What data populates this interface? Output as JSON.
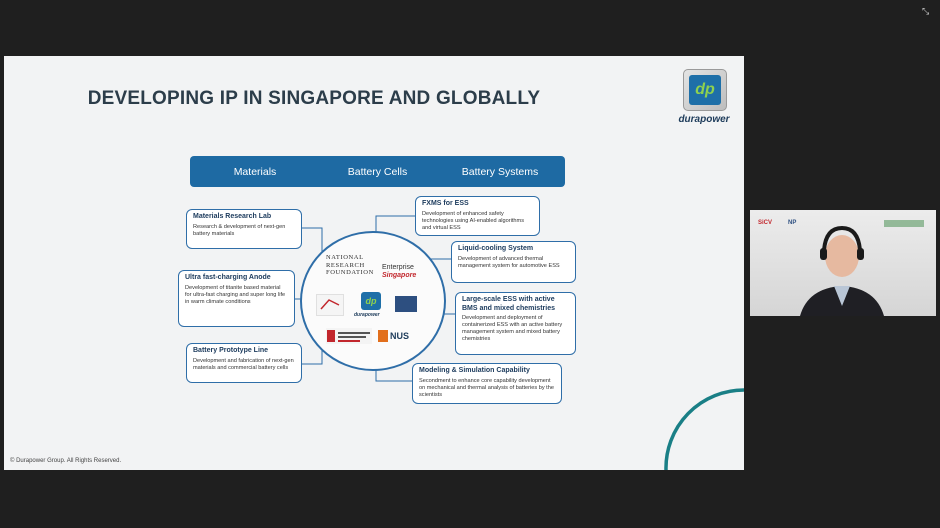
{
  "slide": {
    "title": "DEVELOPING IP IN SINGAPORE AND GLOBALLY",
    "logo_text": "dp",
    "brand": "durapower",
    "tabs": [
      "Materials",
      "Battery Cells",
      "Battery Systems"
    ],
    "left_boxes": [
      {
        "title": "Materials Research Lab",
        "desc": "Research & development of next-gen battery materials"
      },
      {
        "title": "Ultra fast-charging Anode",
        "desc": "Development of titanite based material for ultra-fast charging and super long life in warm climate conditions"
      },
      {
        "title": "Battery Prototype Line",
        "desc": "Development and fabrication of next-gen materials and commercial battery cells"
      }
    ],
    "right_boxes": [
      {
        "title": "FXMS for ESS",
        "desc": "Development of enhanced safety technologies using AI-enabled algorithms and virtual ESS"
      },
      {
        "title": "Liquid-cooling System",
        "desc": "Development of advanced thermal management system for automotive ESS"
      },
      {
        "title": "Large-scale ESS with active BMS and mixed chemistries",
        "desc": "Development and deployment of containerized ESS with an active battery management system and mixed battery chemistries"
      },
      {
        "title": "Modeling & Simulation Capability",
        "desc": "Secondment to enhance core capability development on mechanical and thermal analysis of batteries by the scientists"
      }
    ],
    "circle": {
      "nrf_lines": [
        "NATIONAL",
        "RESEARCH",
        "FOUNDATION"
      ],
      "enterprise_line1": "Enterprise",
      "enterprise_line2": "Singapore",
      "dp_text": "dp",
      "dp_brand": "durapower",
      "nus": "NUS"
    },
    "copyright": "© Durapower Group. All Rights Reserved."
  },
  "webcam": {
    "logo1": "SiCV",
    "logo2": "NP"
  },
  "colors": {
    "accent_blue": "#1e6aa3",
    "title_color": "#2c3d4a",
    "teal_arc": "#1a7f86"
  },
  "icons": [
    "fullscreen-icon"
  ]
}
